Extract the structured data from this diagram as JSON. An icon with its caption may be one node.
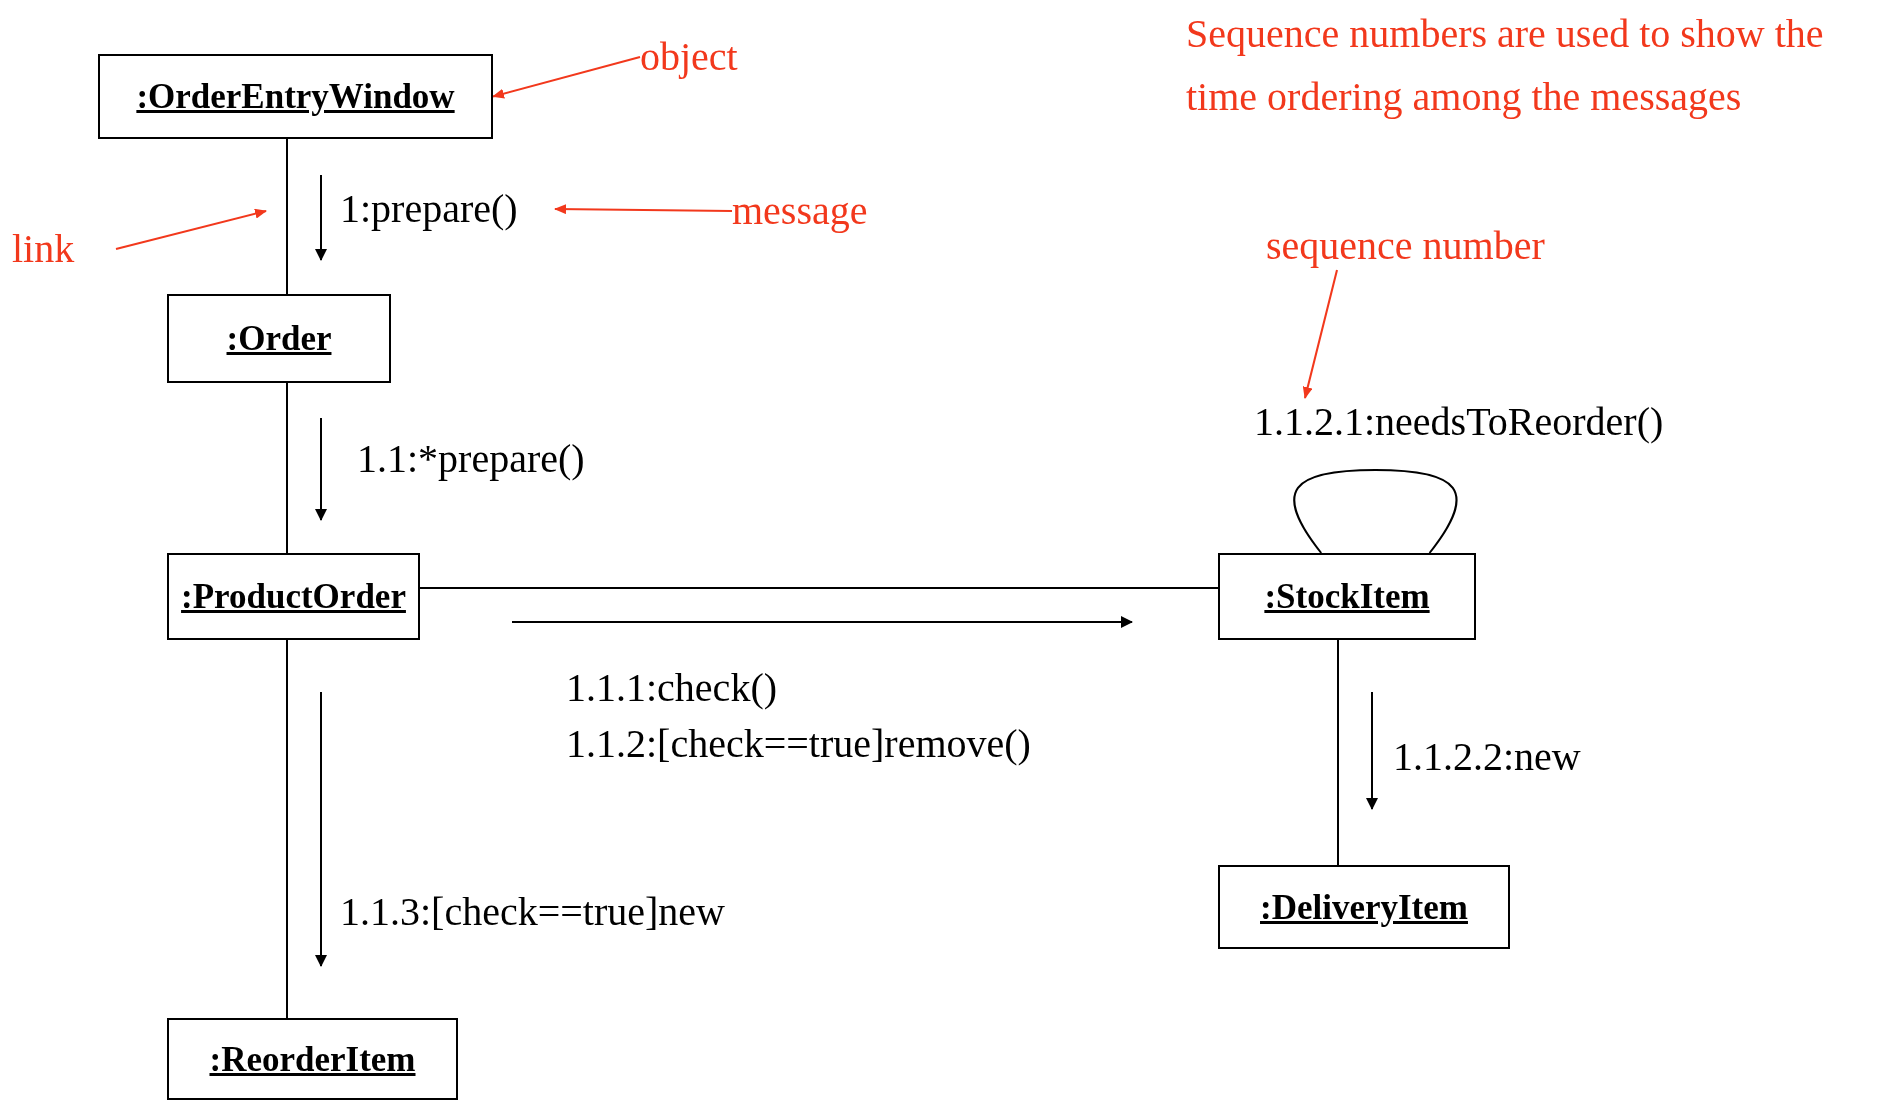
{
  "diagram": {
    "nodes": [
      {
        "text": [
          ":OrderEntryWindow"
        ]
      },
      {
        "text": [
          "object"
        ]
      },
      {
        "text": [
          "1:prepare()"
        ]
      },
      {
        "text": [
          "message"
        ]
      },
      {
        "text": [
          "link"
        ]
      },
      {
        "text": [
          ":Order"
        ]
      },
      {
        "text": [
          "sequence number"
        ]
      },
      {
        "text": [
          "1.1.2.1:needsToReorder()"
        ]
      },
      {
        "text": [
          ":ProductOrder"
        ]
      },
      {
        "text": [
          ":StockItem"
        ]
      },
      {
        "text": [
          ":DeliveryItem"
        ]
      },
      {
        "text": [
          ":ReorderItem"
        ]
      }
    ],
    "edges": [
      {
        "from": 0,
        "to": 5,
        "arrow": "none"
      },
      {
        "from": 5,
        "to": 8,
        "arrow": "none"
      },
      {
        "from": 8,
        "to": 9,
        "arrow": "none"
      },
      {
        "from": 9,
        "to": 9,
        "arrow": "none"
      },
      {
        "from": 9,
        "to": 10,
        "arrow": "none"
      },
      {
        "from": 8,
        "to": 11,
        "arrow": "none"
      },
      {
        "from": 1,
        "to": 0,
        "arrow": "to",
        "color": "#f2381c"
      },
      {
        "from": 3,
        "to": 2,
        "arrow": "to",
        "color": "#f2381c"
      },
      {
        "from": 4,
        "to": null,
        "arrow": "to",
        "color": "#f2381c"
      },
      {
        "from": 6,
        "to": 7,
        "arrow": "to",
        "color": "#f2381c"
      }
    ],
    "labels": [
      "Sequence numbers are used to show the time ordering among the messages",
      "1.1:*prepare()",
      "1.1.1:check()",
      "1.1.2:[check==true]remove()",
      "1.1.2.2:new",
      "1.1.3:[check==true]new"
    ]
  }
}
